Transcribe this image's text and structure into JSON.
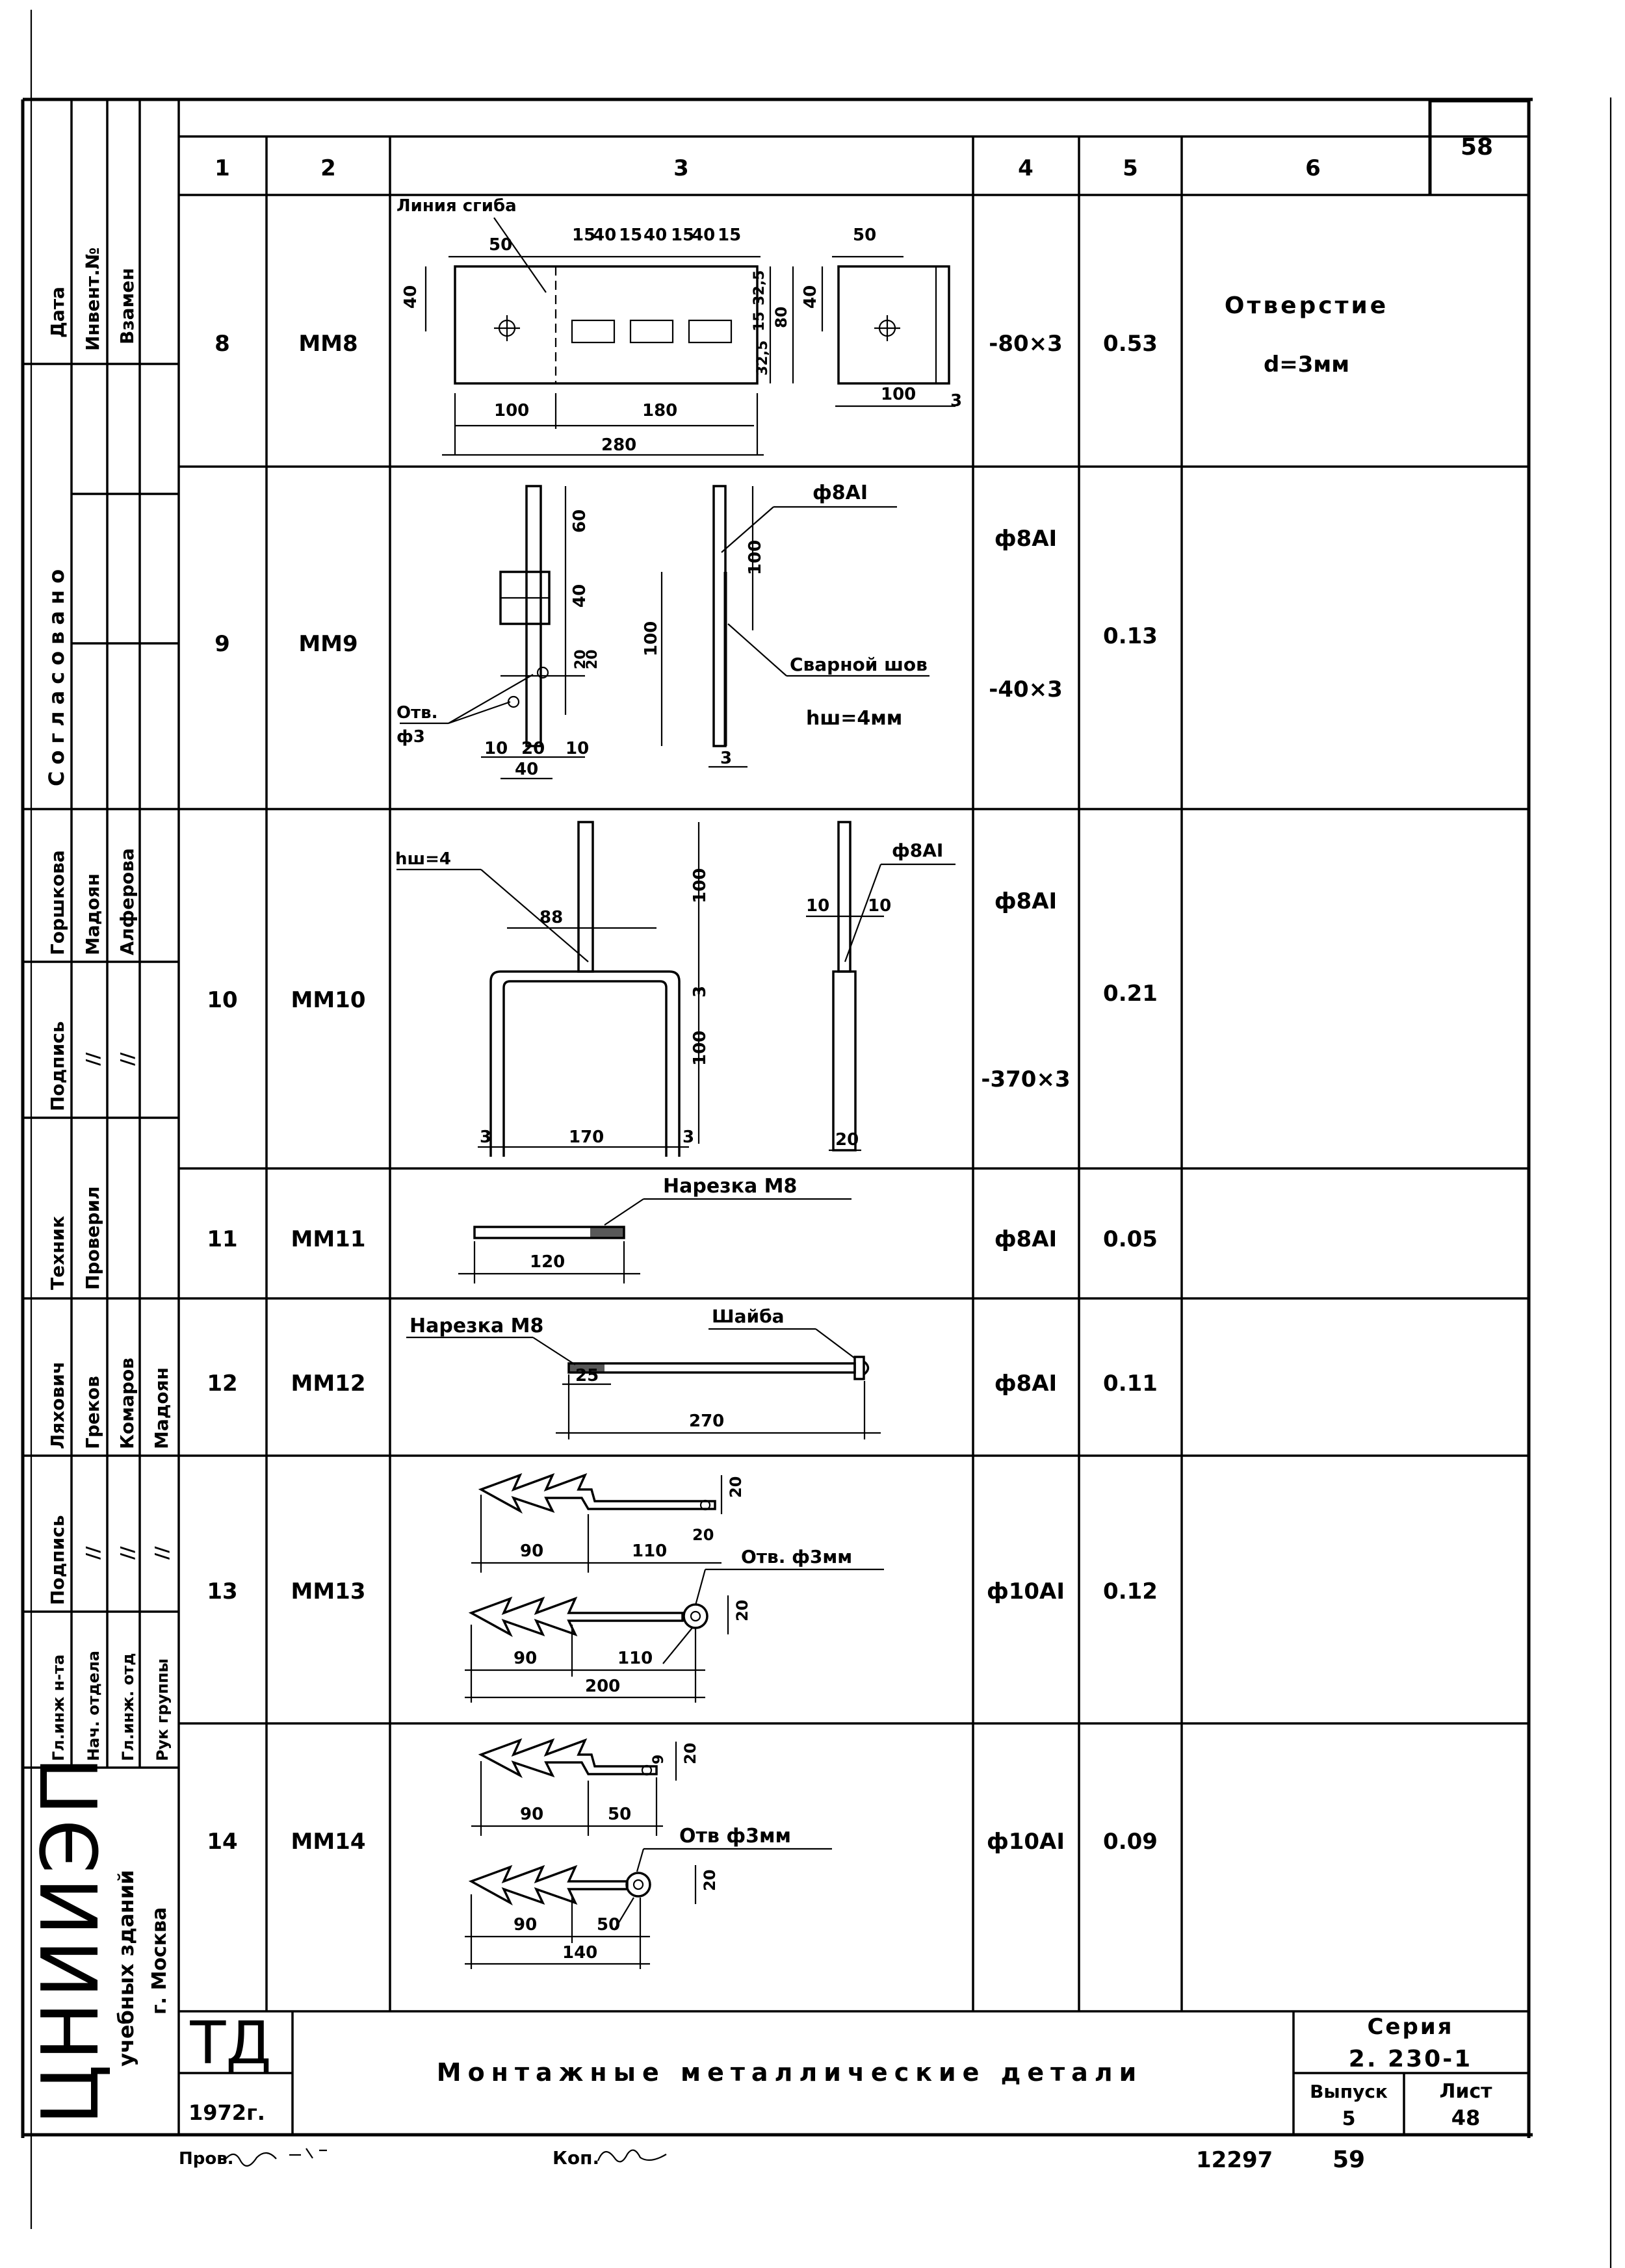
{
  "sheet_number_top": "58",
  "column_headers": [
    "1",
    "2",
    "3",
    "4",
    "5",
    "6"
  ],
  "rows": [
    {
      "num": "8",
      "mark": "ММ8",
      "material": [
        "-80×3"
      ],
      "mass": "0.53",
      "note_lines": [
        "Отверстие",
        "d=3мм"
      ],
      "labels": [
        "Линия сгиба"
      ],
      "dims": [
        "50",
        "15",
        "40",
        "15",
        "40",
        "15",
        "40",
        "15",
        "40",
        "32,5",
        "15",
        "80",
        "32,5",
        "100",
        "180",
        "280",
        "50",
        "40",
        "100",
        "3"
      ]
    },
    {
      "num": "9",
      "mark": "ММ9",
      "material": [
        "ф8АI",
        "-40×3"
      ],
      "mass": "0.13",
      "note_lines": [],
      "labels": [
        "ф8АI",
        "Сварной шов",
        "hш=4мм",
        "Отв.",
        "ф3"
      ],
      "dims": [
        "60",
        "40",
        "20",
        "20",
        "100",
        "100",
        "10",
        "20",
        "10",
        "40",
        "3"
      ]
    },
    {
      "num": "10",
      "mark": "ММ10",
      "material": [
        "ф8АI",
        "-370×3"
      ],
      "mass": "0.21",
      "note_lines": [],
      "labels": [
        "hш=4",
        "ф8АI"
      ],
      "dims": [
        "88",
        "100",
        "3",
        "100",
        "3",
        "170",
        "3",
        "10",
        "10",
        "20"
      ]
    },
    {
      "num": "11",
      "mark": "ММ11",
      "material": [
        "ф8АI"
      ],
      "mass": "0.05",
      "note_lines": [],
      "labels": [
        "Нарезка М8"
      ],
      "dims": [
        "120"
      ]
    },
    {
      "num": "12",
      "mark": "ММ12",
      "material": [
        "ф8АI"
      ],
      "mass": "0.11",
      "note_lines": [],
      "labels": [
        "Нарезка М8",
        "Шайба"
      ],
      "dims": [
        "25",
        "270"
      ]
    },
    {
      "num": "13",
      "mark": "ММ13",
      "material": [
        "ф10АI"
      ],
      "mass": "0.12",
      "note_lines": [],
      "labels": [
        "Отв. ф3мм"
      ],
      "dims": [
        "20",
        "20",
        "90",
        "110",
        "20",
        "90",
        "110",
        "200"
      ]
    },
    {
      "num": "14",
      "mark": "ММ14",
      "material": [
        "ф10АI"
      ],
      "mass": "0.09",
      "note_lines": [],
      "labels": [
        "Отв ф3мм"
      ],
      "dims": [
        "9",
        "20",
        "90",
        "50",
        "20",
        "90",
        "50",
        "140"
      ]
    }
  ],
  "side_stamp": {
    "top_labels": [
      "Дата",
      "Инвент.№",
      "Взамен"
    ],
    "agreed": "Согласовано",
    "sig_col1": [
      "Горшкова",
      "Подпись",
      "Техник",
      "Ляхович",
      "Подпись",
      "Гл.инж н-та"
    ],
    "sig_col2": [
      "Мадоян",
      "//",
      "Проверил",
      "Греков",
      "//",
      "Нач. отдела"
    ],
    "sig_col3": [
      "Алферова",
      "//",
      "",
      "Комаров",
      "//",
      "Гл.инж. отд"
    ],
    "sig_col4": [
      "",
      "",
      "",
      "Мадоян",
      "//",
      "Рук группы"
    ],
    "org_logo": "ЦНИИЭП",
    "org_line1": "учебных зданий",
    "org_line2": "г. Москва"
  },
  "title_block": {
    "logo": "ТД",
    "year": "1972г.",
    "title": "Монтажные металлические детали",
    "series_label": "Серия",
    "series_value": "2. 230-1",
    "issue_label": "Выпуск",
    "issue_value": "5",
    "sheet_label": "Лист",
    "sheet_value": "48"
  },
  "footer": {
    "checked": "Пров.",
    "copy": "Коп.",
    "doc_number": "12297",
    "page_number": "59"
  }
}
